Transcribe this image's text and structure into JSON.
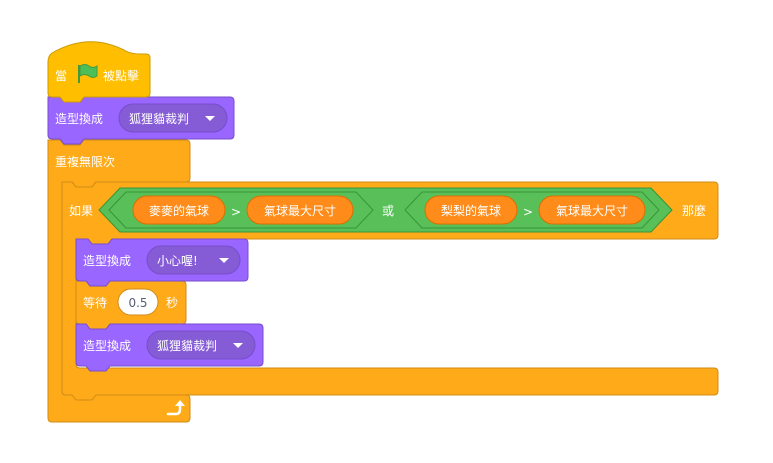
{
  "colors": {
    "events": "#ffbf00",
    "events_stroke": "#cc9900",
    "looks": "#9966ff",
    "looks_stroke": "#774dcb",
    "looks_menu": "#855cd6",
    "control": "#ffab19",
    "control_stroke": "#cf8b17",
    "operators": "#59c059",
    "operators_stroke": "#389438",
    "sensing": "#ff8c1a",
    "sensing_stroke": "#db6e00",
    "flag": "#4cbf56"
  },
  "script": {
    "hat": {
      "prefix": "當",
      "flag_icon": "green-flag-icon",
      "suffix": "被點擊"
    },
    "switch_costume_1": {
      "label": "造型換成",
      "costume": "狐狸貓裁判"
    },
    "forever": {
      "label": "重複無限次",
      "loop_icon": "loop-arrow-icon"
    },
    "if_block": {
      "label": "如果",
      "then_label": "那麼",
      "condition": {
        "operator": "或",
        "left": {
          "left_reporter": "麥麥的氣球",
          "comparator": ">",
          "right_reporter": "氣球最大尺寸"
        },
        "right": {
          "left_reporter": "梨梨的氣球",
          "comparator": ">",
          "right_reporter": "氣球最大尺寸"
        }
      }
    },
    "switch_costume_2": {
      "label": "造型換成",
      "costume": "小心喔!"
    },
    "wait": {
      "label": "等待",
      "value": "0.5",
      "unit": "秒"
    },
    "switch_costume_3": {
      "label": "造型換成",
      "costume": "狐狸貓裁判"
    }
  }
}
